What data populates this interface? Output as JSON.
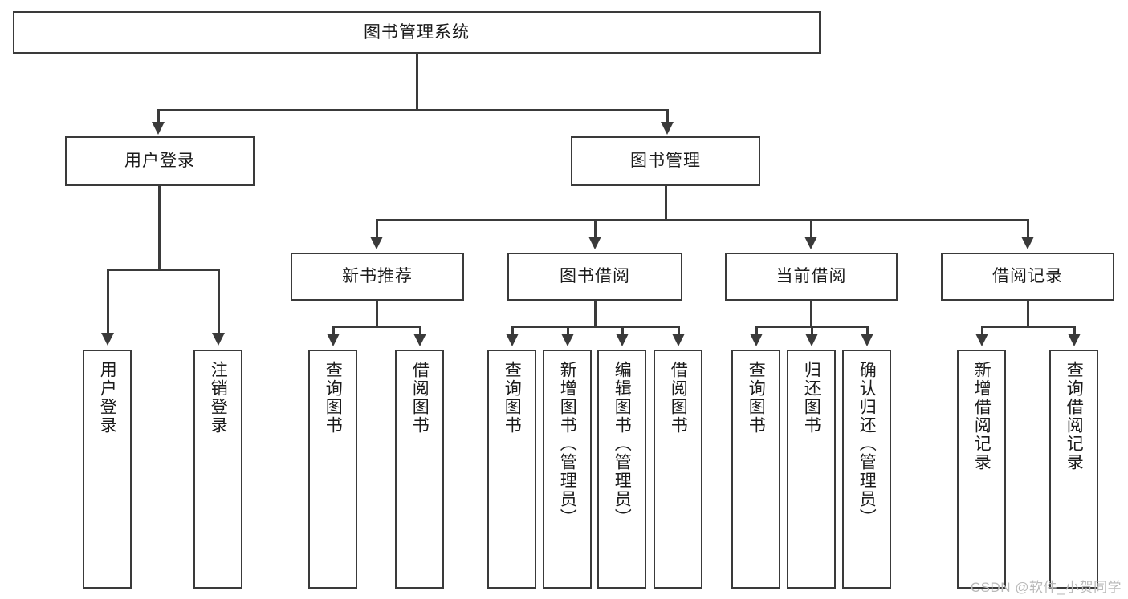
{
  "diagram": {
    "type": "hierarchy-tree",
    "title": "图书管理系统",
    "watermark": "CSDN @软件_小贺同学",
    "colors": {
      "stroke": "#3a3a3a",
      "fill": "#ffffff",
      "text": "#1b1b1b",
      "watermark": "#b9b9b9",
      "background": "#ffffff"
    },
    "root": {
      "label": "图书管理系统"
    },
    "level2": [
      {
        "label": "用户登录"
      },
      {
        "label": "图书管理"
      }
    ],
    "level3": [
      {
        "label": "新书推荐"
      },
      {
        "label": "图书借阅"
      },
      {
        "label": "当前借阅"
      },
      {
        "label": "借阅记录"
      }
    ],
    "leaves": {
      "user_login": [
        {
          "label": "用户登录"
        },
        {
          "label": "注销登录"
        }
      ],
      "new_book_recommend": [
        {
          "label": "查询图书"
        },
        {
          "label": "借阅图书"
        }
      ],
      "book_borrow": [
        {
          "label": "查询图书"
        },
        {
          "label": "新增图书（管理员）"
        },
        {
          "label": "编辑图书（管理员）"
        },
        {
          "label": "借阅图书"
        }
      ],
      "current_borrow": [
        {
          "label": "查询图书"
        },
        {
          "label": "归还图书"
        },
        {
          "label": "确认归还（管理员）"
        }
      ],
      "borrow_record": [
        {
          "label": "新增借阅记录"
        },
        {
          "label": "查询借阅记录"
        }
      ]
    }
  }
}
